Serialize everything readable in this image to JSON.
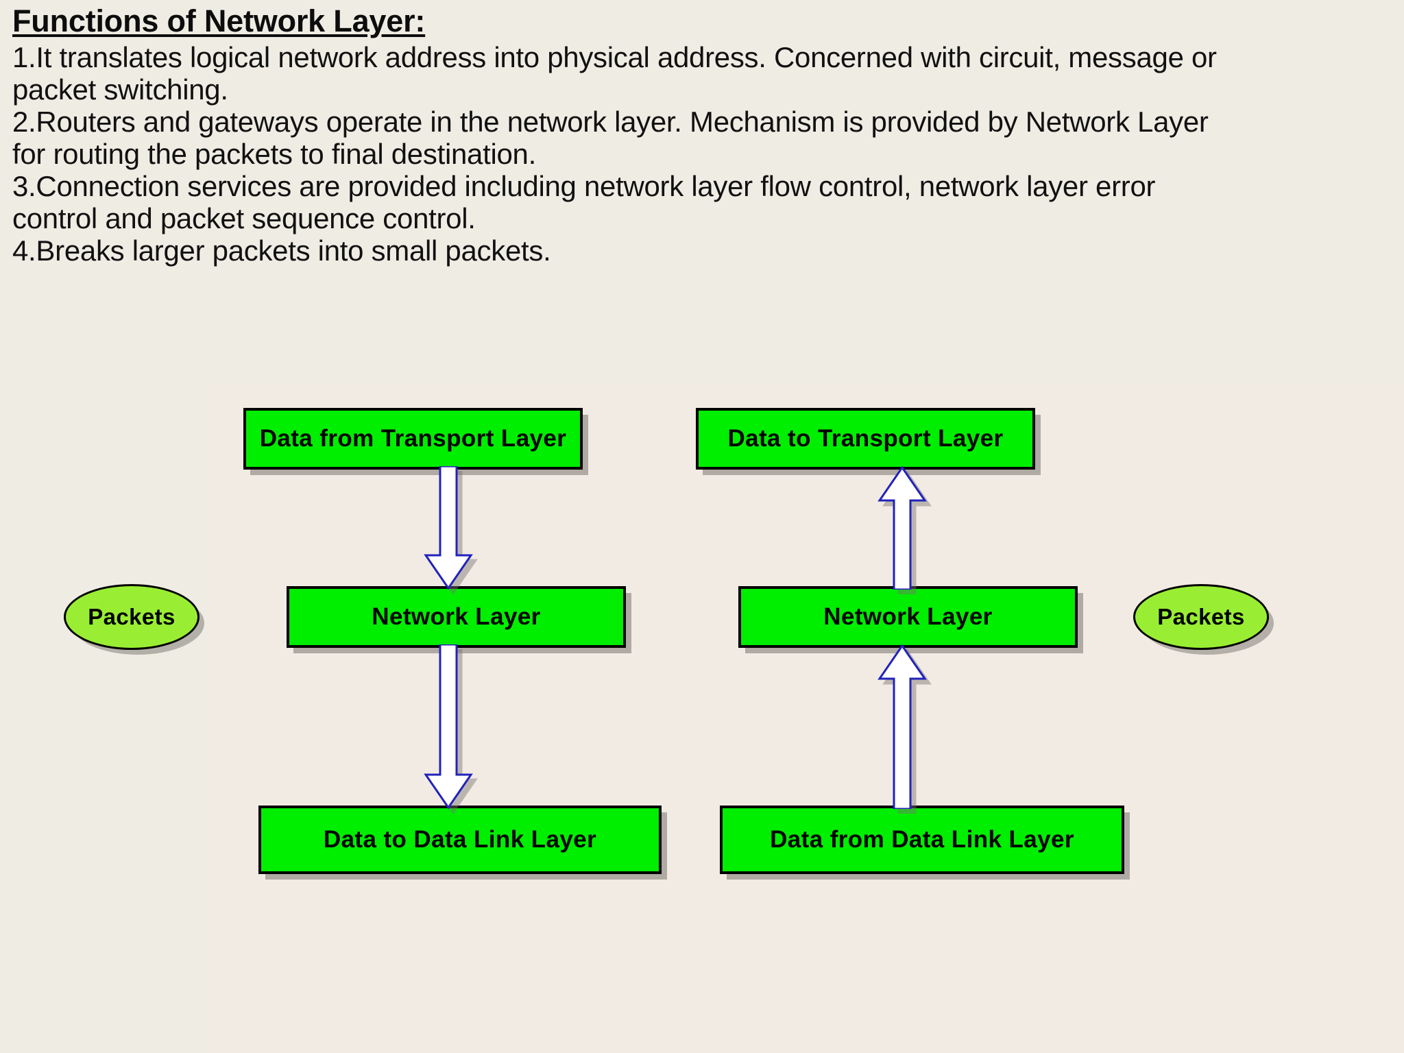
{
  "slide": {
    "title": "Functions of Network Layer:",
    "paragraphs": [
      [
        "1.It translates logical network address into physical address. Concerned with circuit, message or",
        "packet switching."
      ],
      [
        "2.Routers and gateways operate in the network layer. Mechanism is provided by Network Layer",
        "for routing the packets to final destination."
      ],
      [
        "3.Connection services are provided including network layer flow control, network layer error",
        "control and packet sequence control."
      ],
      [
        "4.Breaks larger packets into small packets."
      ]
    ]
  },
  "diagram": {
    "boxes": {
      "data_from_transport": "Data from Transport Layer",
      "data_to_transport": "Data to Transport Layer",
      "network_layer_left": "Network Layer",
      "network_layer_right": "Network Layer",
      "data_to_datalink": "Data to Data Link Layer",
      "data_from_datalink": "Data from Data Link Layer"
    },
    "ellipses": {
      "packets_left": "Packets",
      "packets_right": "Packets"
    },
    "arrows": [
      {
        "name": "arrow-down-transport-to-network",
        "direction": "down"
      },
      {
        "name": "arrow-down-network-to-datalink",
        "direction": "down"
      },
      {
        "name": "arrow-up-network-to-transport",
        "direction": "up"
      },
      {
        "name": "arrow-up-datalink-to-network",
        "direction": "up"
      }
    ],
    "colors": {
      "box_fill": "#00ee00",
      "box_border": "#000000",
      "ellipse_fill": "#99ee33",
      "arrow_fill": "#ffffff",
      "arrow_outline": "#2222bb",
      "background": "#f2ebe4",
      "slide_background": "#efece4"
    }
  }
}
